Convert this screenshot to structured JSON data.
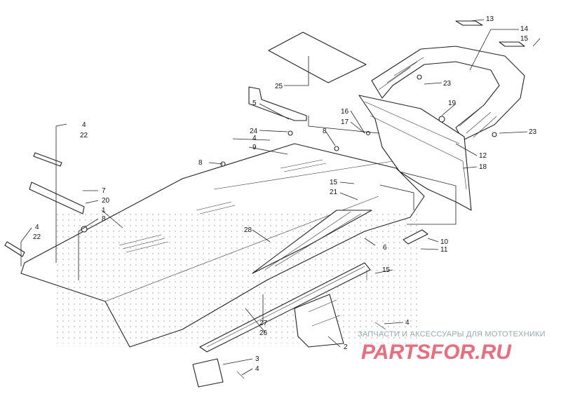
{
  "diagram": {
    "callouts": [
      {
        "id": "c13",
        "text": "13"
      },
      {
        "id": "c14",
        "text": "14"
      },
      {
        "id": "c15a",
        "text": "15"
      },
      {
        "id": "c25",
        "text": "25"
      },
      {
        "id": "c23a",
        "text": "23"
      },
      {
        "id": "c19",
        "text": "19"
      },
      {
        "id": "c16",
        "text": "16"
      },
      {
        "id": "c17",
        "text": "17"
      },
      {
        "id": "c5",
        "text": "5"
      },
      {
        "id": "c24",
        "text": "24"
      },
      {
        "id": "c8a",
        "text": "8"
      },
      {
        "id": "c4a",
        "text": "4"
      },
      {
        "id": "c9",
        "text": "9"
      },
      {
        "id": "c23b",
        "text": "23"
      },
      {
        "id": "c12",
        "text": "12"
      },
      {
        "id": "c18",
        "text": "18"
      },
      {
        "id": "c4b",
        "text": "4"
      },
      {
        "id": "c22a",
        "text": "22"
      },
      {
        "id": "c8b",
        "text": "8"
      },
      {
        "id": "c15b",
        "text": "15"
      },
      {
        "id": "c21",
        "text": "21"
      },
      {
        "id": "c7",
        "text": "7"
      },
      {
        "id": "c20",
        "text": "20"
      },
      {
        "id": "c1",
        "text": "1"
      },
      {
        "id": "c8c",
        "text": "8"
      },
      {
        "id": "c28",
        "text": "28"
      },
      {
        "id": "c4c",
        "text": "4"
      },
      {
        "id": "c22b",
        "text": "22"
      },
      {
        "id": "c10",
        "text": "10"
      },
      {
        "id": "c11",
        "text": "11"
      },
      {
        "id": "c6",
        "text": "6"
      },
      {
        "id": "c15c",
        "text": "15"
      },
      {
        "id": "c27",
        "text": "27"
      },
      {
        "id": "c26",
        "text": "26"
      },
      {
        "id": "c4d",
        "text": "4"
      },
      {
        "id": "c2",
        "text": "2"
      },
      {
        "id": "c3",
        "text": "3"
      },
      {
        "id": "c4e",
        "text": "4"
      }
    ]
  },
  "watermark": {
    "line1": "ЗАПЧАСТИ И АКСЕССУАРЫ ДЛЯ МОТОТЕХНИКИ",
    "line2": "PARTSFOR.RU"
  }
}
